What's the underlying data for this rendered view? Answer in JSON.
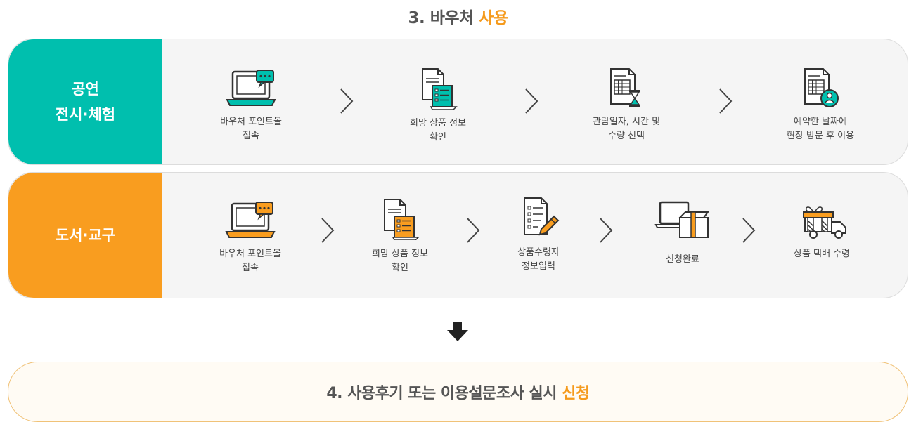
{
  "header": {
    "title_prefix": "3. 바우처 ",
    "title_highlight": "사용"
  },
  "rows": [
    {
      "category": "공연\n전시·체험",
      "steps": [
        {
          "label": "바우처 포인트몰\n접속",
          "icon": "laptop-chat-icon"
        },
        {
          "label": "희망 상품 정보\n확인",
          "icon": "document-list-icon"
        },
        {
          "label": "관람일자, 시간 및\n수량 선택",
          "icon": "calendar-hourglass-icon"
        },
        {
          "label": "예약한 날짜에\n현장 방문 후 이용",
          "icon": "calendar-person-icon"
        }
      ]
    },
    {
      "category": "도서·교구",
      "steps": [
        {
          "label": "바우처 포인트몰\n접속",
          "icon": "laptop-chat-icon"
        },
        {
          "label": "희망 상품 정보\n확인",
          "icon": "document-list-icon"
        },
        {
          "label": "상품수령자\n정보입력",
          "icon": "form-pencil-icon"
        },
        {
          "label": "신청완료",
          "icon": "laptop-box-icon"
        },
        {
          "label": "상품 택배 수령",
          "icon": "gift-truck-icon"
        }
      ]
    }
  ],
  "footer": {
    "text_prefix": "4. 사용후기 또는 이용설문조사 실시 ",
    "text_highlight": "신청"
  },
  "colors": {
    "teal": "#00bfae",
    "orange": "#f99d1f",
    "highlight": "#f59a1c"
  }
}
